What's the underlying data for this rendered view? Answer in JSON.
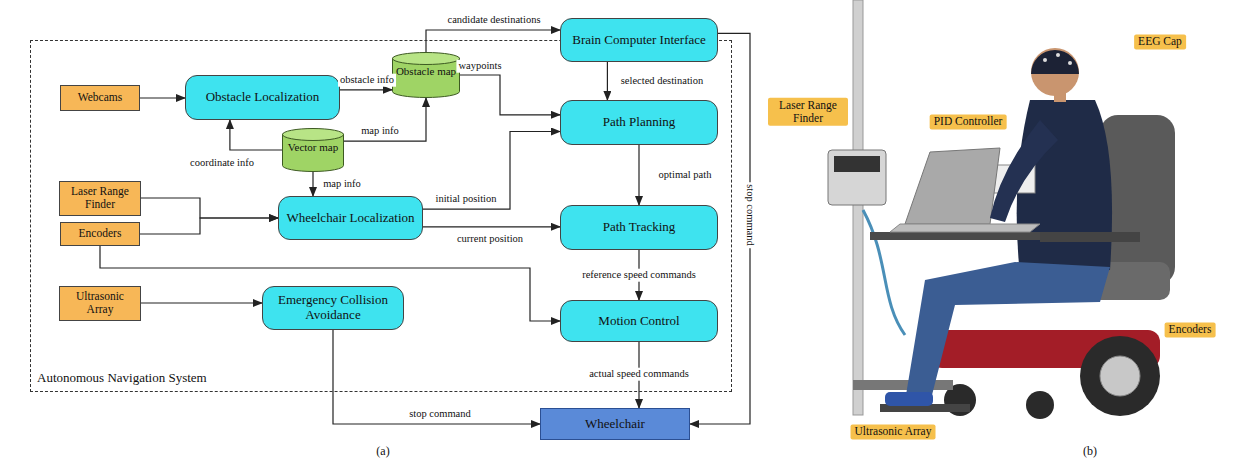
{
  "diagram": {
    "nodes": [
      {
        "text": [
          "Autonomous Navigation System"
        ]
      },
      {
        "text": [
          "Webcams"
        ],
        "in": 0
      },
      {
        "text": [
          "Obstacle Localization"
        ],
        "in": 0
      },
      {
        "text": [
          "Obstacle map"
        ],
        "in": 0
      },
      {
        "text": [
          "Vector map"
        ],
        "in": 0
      },
      {
        "text": [
          "Laser Range Finder"
        ],
        "in": 0
      },
      {
        "text": [
          "Encoders"
        ],
        "in": 0
      },
      {
        "text": [
          "Wheelchair Localization"
        ],
        "in": 0
      },
      {
        "text": [
          "Path Planning"
        ],
        "in": 0
      },
      {
        "text": [
          "Path Tracking"
        ],
        "in": 0
      },
      {
        "text": [
          "Motion Control"
        ],
        "in": 0
      },
      {
        "text": [
          "Ultrasonic Array"
        ],
        "in": 0
      },
      {
        "text": [
          "Emergency Collision Avoidance"
        ],
        "in": 0
      },
      {
        "text": [
          "Brain Computer Interface"
        ]
      },
      {
        "text": [
          "Wheelchair"
        ]
      }
    ],
    "edges": [
      {
        "from": 1,
        "to": 2,
        "arrow": "to"
      },
      {
        "from": 2,
        "to": 3,
        "label": "obstacle info",
        "arrow": "to"
      },
      {
        "from": 4,
        "to": 2,
        "label": "coordinate info",
        "arrow": "to"
      },
      {
        "from": 4,
        "to": 3,
        "label": "map info",
        "arrow": "to"
      },
      {
        "from": 3,
        "to": 13,
        "label": "candidate destinations",
        "arrow": "to"
      },
      {
        "from": 3,
        "to": 8,
        "label": "waypoints",
        "arrow": "to"
      },
      {
        "from": 13,
        "to": 8,
        "label": "selected destination",
        "arrow": "to"
      },
      {
        "from": 5,
        "to": 7,
        "arrow": "to"
      },
      {
        "from": 6,
        "to": 7,
        "arrow": "to"
      },
      {
        "from": 4,
        "to": 7,
        "label": "map info",
        "arrow": "to"
      },
      {
        "from": 7,
        "to": 8,
        "label": "initial position",
        "arrow": "to"
      },
      {
        "from": 7,
        "to": 9,
        "label": "current position",
        "arrow": "to"
      },
      {
        "from": 8,
        "to": 9,
        "label": "optimal path",
        "arrow": "to"
      },
      {
        "from": 9,
        "to": 10,
        "label": "reference speed commands",
        "arrow": "to"
      },
      {
        "from": 6,
        "to": 10,
        "arrow": "to"
      },
      {
        "from": 10,
        "to": 14,
        "label": "actual speed commands",
        "arrow": "to"
      },
      {
        "from": 11,
        "to": 12,
        "arrow": "to"
      },
      {
        "from": 12,
        "to": 14,
        "label": "stop command",
        "arrow": "to"
      },
      {
        "from": 13,
        "to": 14,
        "label": "stop command",
        "arrow": "to"
      }
    ],
    "labels": [
      "EEG Cap",
      "Laser Range Finder",
      "PID Controller",
      "Encoders",
      "Ultrasonic Array",
      "(a)",
      "(b)"
    ]
  }
}
